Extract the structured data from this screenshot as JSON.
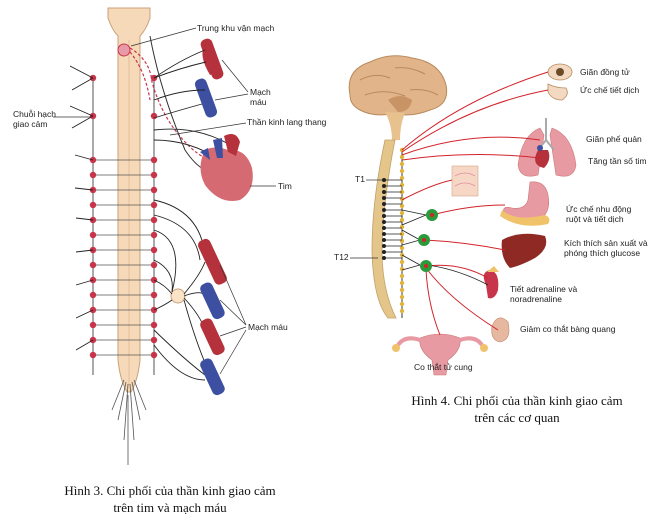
{
  "figure3": {
    "caption_line1": "Hình 3. Chi phối của thần kinh giao cảm",
    "caption_line2": "trên tim và mạch máu",
    "labels": {
      "vasomotor_center": "Trung khu vận mạch",
      "sympathetic_chain_line1": "Chuỗi hạch",
      "sympathetic_chain_line2": "giao cảm",
      "vessels_line1": "Mạch",
      "vessels_line2": "máu",
      "vagus_nerve": "Thần kinh lang thang",
      "heart": "Tim",
      "vessels_lower": "Mạch máu"
    }
  },
  "figure4": {
    "caption_line1": "Hình 4. Chi phối của thần kinh giao cảm",
    "caption_line2": "trên các cơ quan",
    "labels": {
      "t1": "T1",
      "t12": "T12",
      "pupil_dilation": "Giãn đồng tử",
      "inhibit_secretion": "Ức chế tiết dịch",
      "bronchodilation": "Giãn phế quản",
      "heart_rate": "Tăng tần số tim",
      "gut_line1": "Ức chế nhu động",
      "gut_line2": "ruột và tiết dịch",
      "glucose_line1": "Kích thích sản xuất và",
      "glucose_line2": "phóng thích glucose",
      "adrenal_line1": "Tiết adrenaline và",
      "adrenal_line2": "noradrenaline",
      "bladder": "Giảm co thắt bàng quang",
      "uterus": "Co thắt tử cung"
    }
  },
  "colors": {
    "spine": "#f6d9b8",
    "ganglion": "#c8354a",
    "artery": "#b5323c",
    "vein": "#3c4fa0",
    "nerve_red": "#d2232a",
    "nerve_black": "#222222",
    "vertebra": "#e4c58a"
  }
}
